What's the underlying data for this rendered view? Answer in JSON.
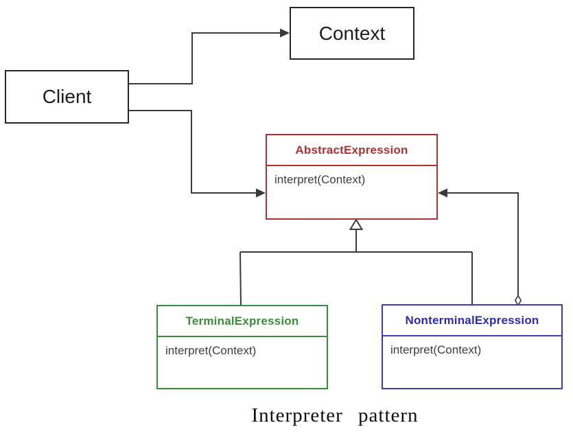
{
  "diagram": {
    "caption": "Interpreter pattern",
    "nodes": {
      "client": {
        "label": "Client"
      },
      "context": {
        "label": "Context"
      },
      "abstract_expression": {
        "title": "AbstractExpression",
        "method": "interpret(Context)"
      },
      "terminal_expression": {
        "title": "TerminalExpression",
        "method": "interpret(Context)"
      },
      "nonterminal_expression": {
        "title": "NonterminalExpression",
        "method": "interpret(Context)"
      }
    },
    "relationships": [
      {
        "from": "Client",
        "to": "Context",
        "type": "association-arrow"
      },
      {
        "from": "Client",
        "to": "AbstractExpression",
        "type": "association-arrow"
      },
      {
        "from": "TerminalExpression",
        "to": "AbstractExpression",
        "type": "generalization"
      },
      {
        "from": "NonterminalExpression",
        "to": "AbstractExpression",
        "type": "generalization"
      },
      {
        "from": "NonterminalExpression",
        "to": "AbstractExpression",
        "type": "aggregation-arrow"
      }
    ],
    "colors": {
      "abstract_accent": "#b23030",
      "terminal_accent": "#3a8c3a",
      "nonterminal_accent": "#2a2ac2",
      "nonterminal_border": "#3c3cb4",
      "line": "#3a3a3a",
      "plain_border": "#262626",
      "method_text": "#3e3e3e",
      "hollow_fill": "#ffffff",
      "background": "#ffffff"
    }
  }
}
